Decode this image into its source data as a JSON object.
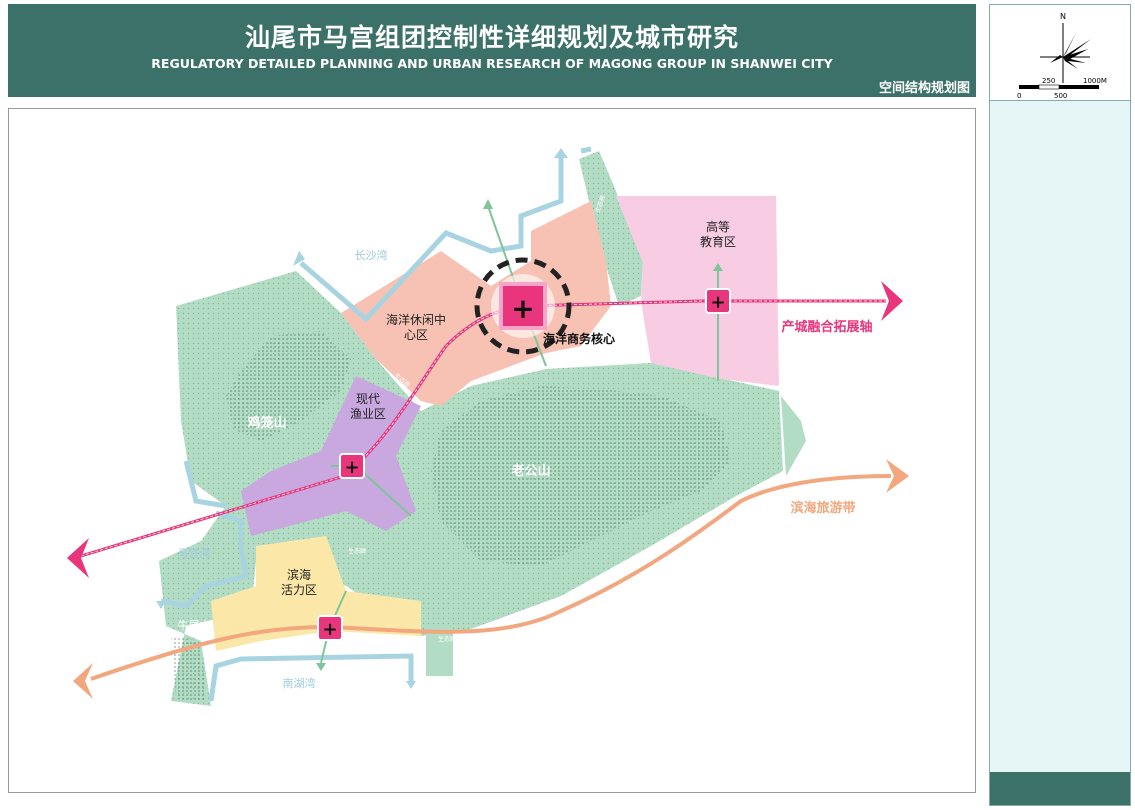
{
  "header": {
    "title_cn": "汕尾市马宫组团控制性详细规划及城市研究",
    "title_en": "REGULATORY DETAILED PLANNING AND URBAN RESEARCH OF MAGONG GROUP IN SHANWEI CITY",
    "map_name": "空间结构规划图"
  },
  "compass": {
    "north": "N"
  },
  "scale_bar": {
    "label_250": "250",
    "label_1000": "1000M",
    "label_0": "0",
    "label_500": "500"
  },
  "map": {
    "zones": {
      "marine_leisure": "海洋休闲中\n心区",
      "higher_education": "高等\n教育区",
      "modern_fishery": "现代\n渔业区",
      "coastal_vitality": "滨海\n活力区"
    },
    "core": "海洋商务核心",
    "axes": {
      "industry_city": "产城融合拓展轴",
      "coastal_tourism": "滨海旅游带"
    },
    "mountains": {
      "jilong": "鸡笼山",
      "laogong": "老公山",
      "niuwei": "牛尾山"
    },
    "bays": {
      "changsha": "长沙湾",
      "magong": "马宫湾",
      "nanhu": "南湖湾"
    },
    "corridor_label": "生态廊"
  },
  "colors": {
    "header_bg": "#3b7168",
    "green_space": "#b3dcc4",
    "leisure_zone": "#f7c2b3",
    "education_zone": "#f8cde3",
    "fishery_zone": "#c9a8e0",
    "vitality_zone": "#fbe8a8",
    "water_line": "#a8d4e2",
    "industry_axis": "#e8357c",
    "tourism_axis": "#f2a77e",
    "node": "#e8357c"
  }
}
